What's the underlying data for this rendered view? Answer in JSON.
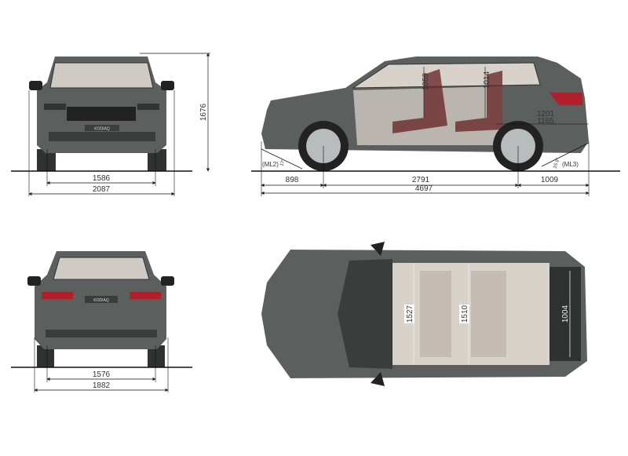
{
  "views": {
    "front": {
      "badge": "KODIAQ",
      "track_front": "1586",
      "width_with_mirrors": "2087",
      "height": "1676"
    },
    "side": {
      "front_overhang": "898",
      "wheelbase": "2791",
      "rear_overhang": "1009",
      "length": "4697",
      "headroom_front": "1059",
      "headroom_rear": "1014",
      "load_length_upper": "1201",
      "load_length_lower": "1165",
      "approach_label": "(ML2)",
      "approach_angle": "17°",
      "departure_label": "(ML3)",
      "departure_angle": "15.6°"
    },
    "rear": {
      "badge": "KODIAQ",
      "track_rear": "1576",
      "width": "1882"
    },
    "top": {
      "interior_width_front": "1527",
      "interior_width_rear": "1510",
      "boot_width": "1004"
    }
  },
  "colors": {
    "body": "#5b5f5e",
    "dark": "#2f3231",
    "interior": "#d9d2ca",
    "accent": "#b0202a",
    "line": "#111111"
  }
}
